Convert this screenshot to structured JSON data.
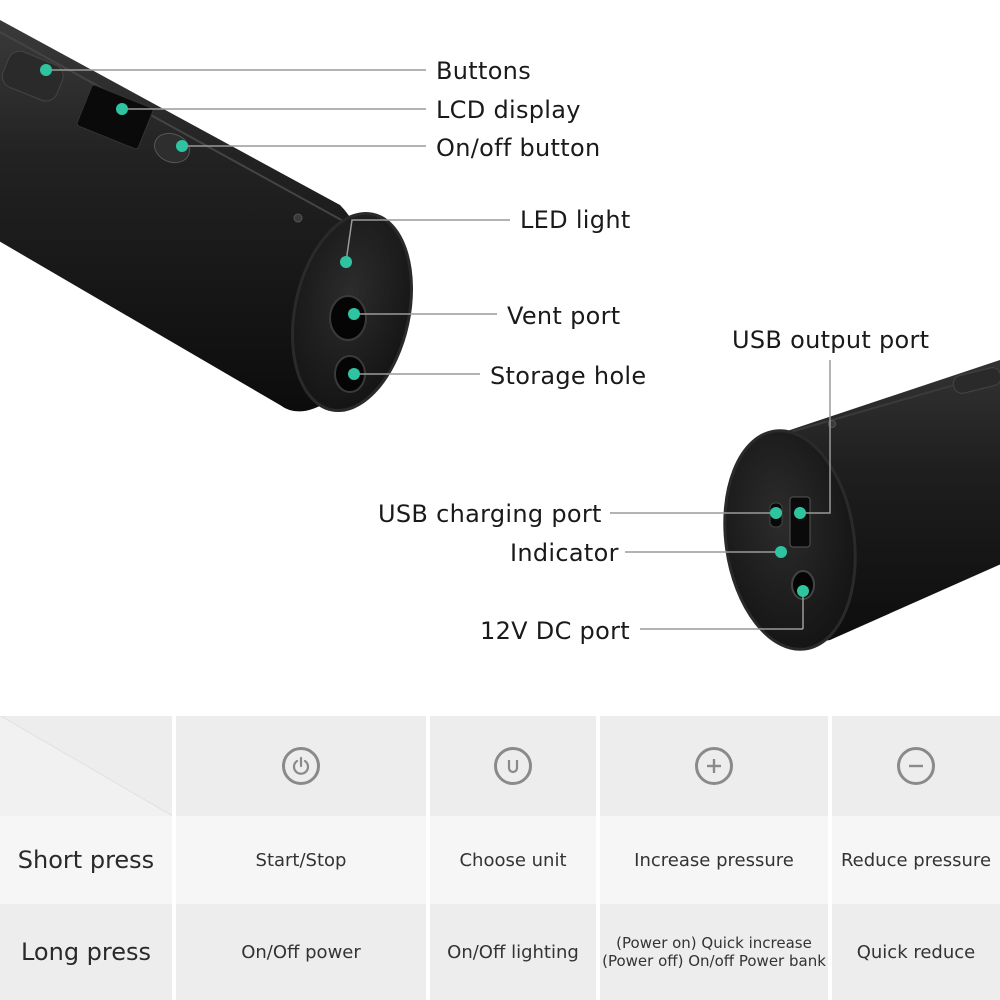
{
  "callouts": {
    "buttons": "Buttons",
    "lcd_display": "LCD display",
    "on_off_button": "On/off button",
    "led_light": "LED light",
    "vent_port": "Vent port",
    "storage_hole": "Storage hole",
    "usb_output_port": "USB output port",
    "usb_charging_port": "USB charging port",
    "indicator": "Indicator",
    "dc_port": "12V DC port"
  },
  "colors": {
    "accent": "#2ec4a0",
    "leader": "#9a9a9a",
    "device": "#1c1c1c"
  },
  "table": {
    "icons": [
      "power-icon",
      "unit-icon",
      "plus-icon",
      "minus-icon"
    ],
    "rows": [
      {
        "label": "Short press",
        "cells": [
          "Start/Stop",
          "Choose unit",
          "Increase pressure",
          "Reduce pressure"
        ]
      },
      {
        "label": "Long press",
        "cells": [
          "On/Off power",
          "On/Off lighting",
          "(Power on) Quick increase",
          "Quick reduce"
        ],
        "extra": "(Power off) On/off Power bank"
      }
    ]
  }
}
